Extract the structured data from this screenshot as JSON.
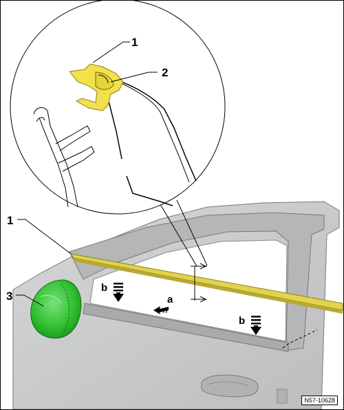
{
  "callouts": {
    "label_1_zoom": "1",
    "label_2_zoom": "2",
    "label_1_main": "1",
    "label_3_main": "3",
    "label_a": "a",
    "label_b_left": "b",
    "label_b_right": "b"
  },
  "reference_code": "N57-10628",
  "colors": {
    "strip": "#e2d24c",
    "clip": "#f2e14a",
    "pad": "#2fc02f",
    "door": "#c9cacb",
    "door_dark": "#a9aaab"
  },
  "icons": {
    "arrow_down": "down-arrow-icon",
    "arrow_direction": "direction-arrow-icon"
  }
}
